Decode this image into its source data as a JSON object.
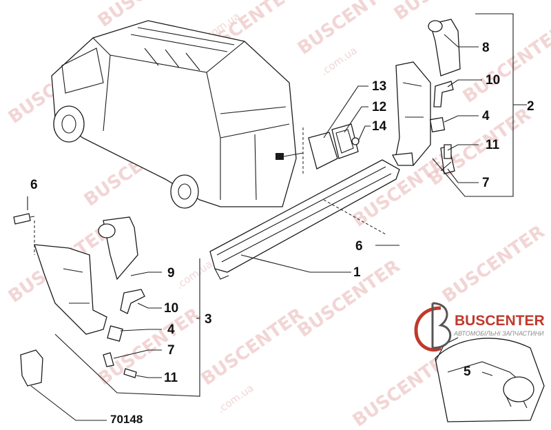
{
  "watermark": {
    "text": "BUSCENTER",
    "suffix": ".com.ua"
  },
  "logo": {
    "brand": "BUSCENTER",
    "tagline": "АВТОМОБІЛЬНІ ЗАПЧАСТИНИ",
    "accent_color": "#c0392b"
  },
  "callouts": {
    "c1": "1",
    "c2": "2",
    "c3": "3",
    "c4a": "4",
    "c4b": "4",
    "c5": "5",
    "c6a": "6",
    "c6b": "6",
    "c7a": "7",
    "c7b": "7",
    "c8": "8",
    "c9": "9",
    "c10a": "10",
    "c10b": "10",
    "c11a": "11",
    "c11b": "11",
    "c12": "12",
    "c13": "13",
    "c14": "14"
  },
  "reference": "70148"
}
